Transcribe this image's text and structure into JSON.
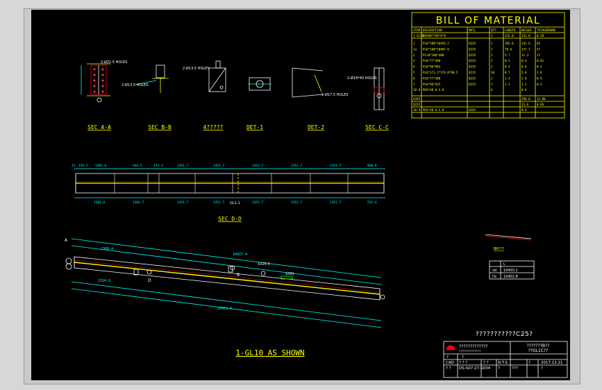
{
  "bom": {
    "title": "BILL OF MATERIAL",
    "headers": [
      "ITEM",
      "DESCRIPTION",
      "MATL",
      "QTY.",
      "LENGTH",
      "WEIGHT",
      "TOTAL",
      "REMARK"
    ],
    "first_row": [
      "1 GL10",
      "BH300*150*6*8",
      "",
      "1",
      "332.0",
      "332.0",
      "0.28"
    ],
    "rows": [
      [
        "1",
        "PL8*200*10456.2",
        "Q235",
        "2",
        "165.0",
        "141.6",
        "82"
      ],
      [
        "1a",
        "PL6*160*10407.6",
        "Q235",
        "2",
        "78.6",
        "157.2",
        "57"
      ],
      [
        "2",
        "PL10*180*400",
        "Q235",
        "2",
        "5.7",
        "11.3",
        "17"
      ],
      [
        "3",
        "PL8*77*300",
        "Q235",
        "2",
        "0.2",
        "0.4",
        "0.01"
      ],
      [
        "4",
        "PL8*96*402",
        "Q235",
        "2",
        "0.3",
        "0.6",
        "0.2"
      ],
      [
        "5",
        "PL6*173.2*176.8*90.5",
        "Q235",
        "10",
        "0.7",
        "5.8",
        "2.6"
      ],
      [
        "6",
        "PL8*77*300",
        "Q235",
        "2",
        "1.4",
        "2.8",
        "0.9"
      ],
      [
        "7",
        "PL8*96*425",
        "Q235",
        "1",
        "1.1",
        "1.1",
        "0.4"
      ],
      [
        "10.9",
        "M16*40 H.S.B",
        "",
        "6",
        "",
        "0.6",
        ""
      ]
    ],
    "summary_rows": [
      [
        "Q345",
        "",
        "",
        "",
        "",
        "296.0",
        "12.00"
      ],
      [
        "Q235",
        "",
        "",
        "",
        "",
        "23.6",
        "0.66"
      ],
      [
        "10.9",
        "M16*40 H.S.B",
        "Q345",
        "",
        "",
        "0.6",
        ""
      ]
    ]
  },
  "sections": {
    "sec_a": "SEC A-A",
    "sec_b": "SEC B-B",
    "unknown": "4?????",
    "det1": "DET-1",
    "det2": "DET-2",
    "sec_c": "SEC C-C",
    "sec_d": "SEC D-D",
    "holes_a": "2-Ø21.5 HOLES",
    "holes_b": "2-Ø13.5 HOLES",
    "holes_c": "2-Ø13.5 HOLES",
    "holes_d": "2-Ø17.5 HOLES",
    "holes_e": "2-Ø18*40 HOLES"
  },
  "elevation": {
    "top_dims": [
      "13",
      "154.5",
      "1201.6",
      "934.5",
      "373.3",
      "1351.7",
      "1351.7",
      "1351.7",
      "1351.7",
      "1351.7",
      "960.8"
    ],
    "bottom_dims": [
      "1201.6",
      "1201.7",
      "1351.7",
      "1351.7",
      "1351.7",
      "1351.7",
      "1351.7",
      "552.4"
    ],
    "center_tag": "GL1-1"
  },
  "main_view": {
    "dim_top": "10427.4",
    "dim_left": "2300.4",
    "dim_bot_left": "2324.6",
    "dim_bottom": "10425.6",
    "label_1001": "1001",
    "label_cut": "1025.3",
    "label_b": "B",
    "label_d": "D",
    "label_a": "A",
    "title": "1-GL10 AS SHOWN"
  },
  "key_plan": {
    "caption": "BH??? ",
    "table": [
      [
        "",
        "L"
      ],
      [
        "od",
        "10450.1"
      ],
      [
        "Dc",
        "10402.8"
      ]
    ]
  },
  "title_block": {
    "header": "???????????C25?",
    "company": "?????????????",
    "company_sub": "?????????????????",
    "drawing_name_1": "???????B??",
    "drawing_name_2": "??GL1C??",
    "r1": [
      "?",
      "?"
    ],
    "r2": [
      "CAD",
      "? ? ?",
      "? ?",
      "N.T.S",
      "?",
      "2017.12.21"
    ],
    "r3": [
      "? ?",
      "DS-S07-27-S034",
      "?",
      "???",
      "?"
    ]
  }
}
